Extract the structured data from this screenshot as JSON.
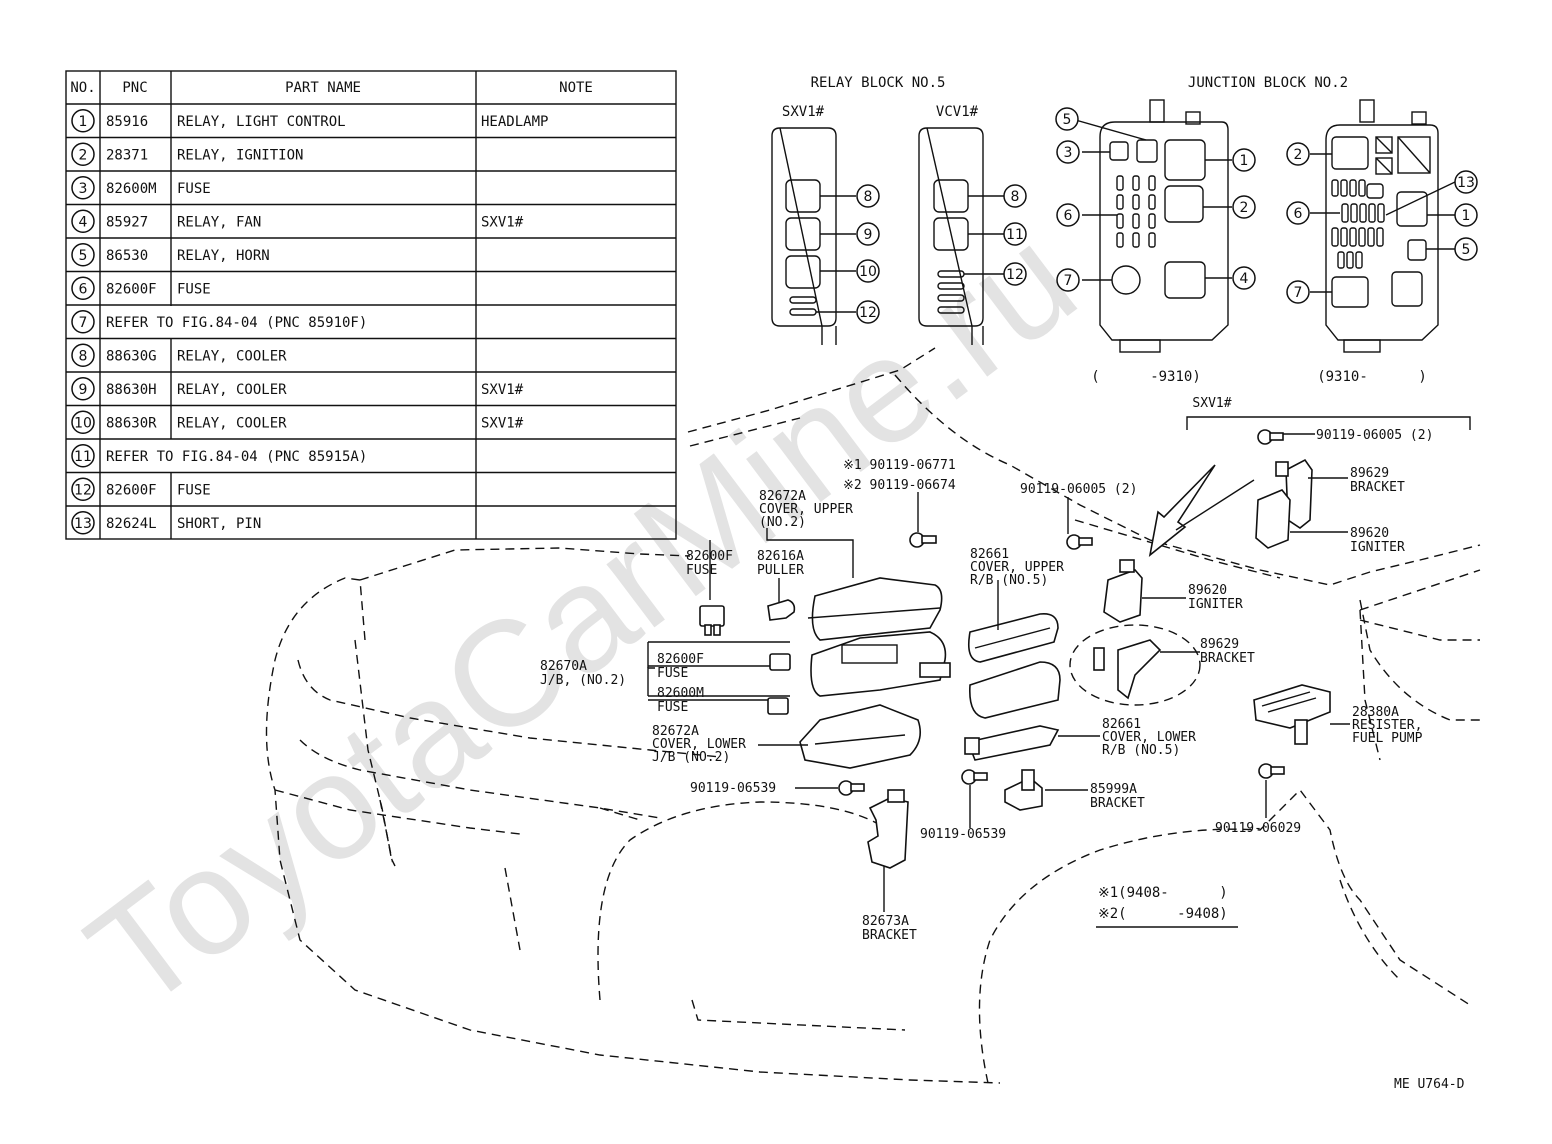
{
  "watermark": "ToyotaCarMine.ru",
  "table": {
    "headers": [
      "NO.",
      "PNC",
      "PART NAME",
      "NOTE"
    ],
    "rows": [
      {
        "no": "1",
        "pnc": "85916",
        "name": "RELAY, LIGHT CONTROL",
        "note": "HEADLAMP"
      },
      {
        "no": "2",
        "pnc": "28371",
        "name": "RELAY, IGNITION",
        "note": ""
      },
      {
        "no": "3",
        "pnc": "82600M",
        "name": "FUSE",
        "note": ""
      },
      {
        "no": "4",
        "pnc": "85927",
        "name": "RELAY, FAN",
        "note": "SXV1#"
      },
      {
        "no": "5",
        "pnc": "86530",
        "name": "RELAY, HORN",
        "note": ""
      },
      {
        "no": "6",
        "pnc": "82600F",
        "name": "FUSE",
        "note": ""
      },
      {
        "no": "7",
        "pnc": "",
        "name": "REFER TO FIG.84-04  (PNC 85910F)",
        "note": ""
      },
      {
        "no": "8",
        "pnc": "88630G",
        "name": "RELAY, COOLER",
        "note": ""
      },
      {
        "no": "9",
        "pnc": "88630H",
        "name": "RELAY, COOLER",
        "note": "SXV1#"
      },
      {
        "no": "10",
        "pnc": "88630R",
        "name": "RELAY, COOLER",
        "note": "SXV1#"
      },
      {
        "no": "11",
        "pnc": "",
        "name": "REFER TO FIG.84-04  (PNC 85915A)",
        "note": ""
      },
      {
        "no": "12",
        "pnc": "82600F",
        "name": "FUSE",
        "note": ""
      },
      {
        "no": "13",
        "pnc": "82624L",
        "name": "SHORT, PIN",
        "note": ""
      }
    ]
  },
  "relay_block": {
    "title": "RELAY BLOCK NO.5",
    "left_label": "SXV1#",
    "right_label": "VCV1#",
    "left_callouts": [
      "8",
      "9",
      "10",
      "12"
    ],
    "right_callouts": [
      "8",
      "11",
      "12"
    ]
  },
  "junction_block": {
    "title": "JUNCTION BLOCK NO.2",
    "left_range": "(      -9310)",
    "right_range": "(9310-      )",
    "left_callouts": [
      "5",
      "3",
      "1",
      "6",
      "2",
      "7",
      "4"
    ],
    "right_callouts": [
      "2",
      "13",
      "6",
      "1",
      "5",
      "7"
    ]
  },
  "labels": {
    "variant_sxv": "SXV1#",
    "bolt_a_mark1": "※1 90119-06771",
    "bolt_a_mark2": "※2 90119-06674",
    "bolt_b": "90119-06005 (2)",
    "bolt_c": "90119-06005 (2)",
    "cover_upper_jb": [
      "82672A",
      "COVER, UPPER",
      "(NO.2)"
    ],
    "fuse_f_top": [
      "82600F",
      "FUSE"
    ],
    "puller": [
      "82616A",
      "PULLER"
    ],
    "cover_upper_rb": [
      "82661",
      "COVER, UPPER",
      "R/B (NO.5)"
    ],
    "jb": [
      "82670A",
      "J/B, (NO.2)"
    ],
    "fuse_f_mid": [
      "82600F",
      "FUSE"
    ],
    "fuse_m": [
      "82600M",
      "FUSE"
    ],
    "cover_lower_jb": [
      "82672A",
      "COVER, LOWER",
      "J/B (NO.2)"
    ],
    "bolt_d": "90119-06539",
    "bolt_e": "90119-06539",
    "bracket_a": [
      "82673A",
      "BRACKET"
    ],
    "bracket_b": [
      "85999A",
      "BRACKET"
    ],
    "cover_lower_rb": [
      "82661",
      "COVER, LOWER",
      "R/B (NO.5)"
    ],
    "igniter_a": [
      "89620",
      "IGNITER"
    ],
    "igniter_b": [
      "89620",
      "IGNITER"
    ],
    "bracket_c": [
      "89629",
      "BRACKET"
    ],
    "bracket_d": [
      "89629",
      "BRACKET"
    ],
    "resister": [
      "28380A",
      "RESISTER,",
      "FUEL PUMP"
    ],
    "bolt_f": "90119-06029",
    "legend_1": "※1(9408-      )",
    "legend_2": "※2(      -9408)",
    "figure_code": "ME  U764-D"
  }
}
